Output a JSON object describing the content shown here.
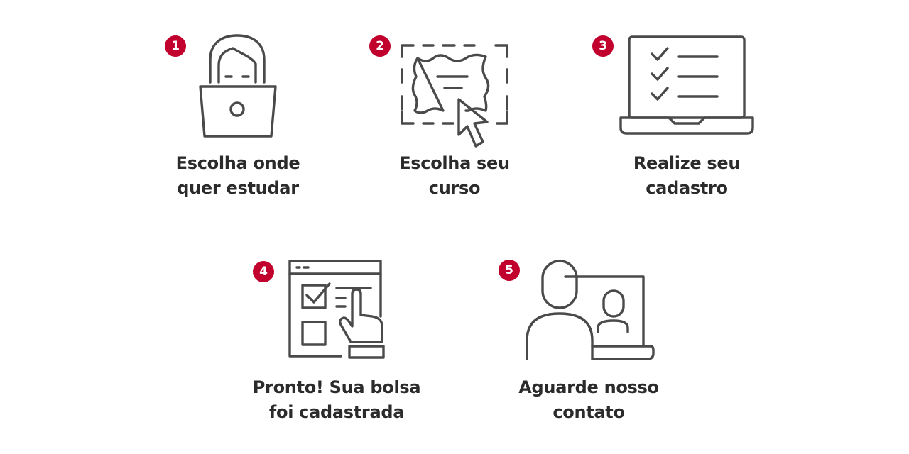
{
  "colors": {
    "badge": "#c1002e",
    "icon_stroke": "#4a4a4a",
    "text": "#2b2b2b",
    "background": "#ffffff"
  },
  "steps": [
    {
      "number": "1",
      "icon": "person-laptop-icon",
      "line1": "Escolha onde",
      "line2": "quer estudar"
    },
    {
      "number": "2",
      "icon": "certificate-cursor-icon",
      "line1": "Escolha seu",
      "line2": "curso"
    },
    {
      "number": "3",
      "icon": "laptop-checklist-icon",
      "line1": "Realize seu",
      "line2": "cadastro"
    },
    {
      "number": "4",
      "icon": "form-hand-checkbox-icon",
      "line1": "Pronto! Sua bolsa",
      "line2": "foi cadastrada"
    },
    {
      "number": "5",
      "icon": "video-call-icon",
      "line1": "Aguarde nosso",
      "line2": "contato"
    }
  ]
}
